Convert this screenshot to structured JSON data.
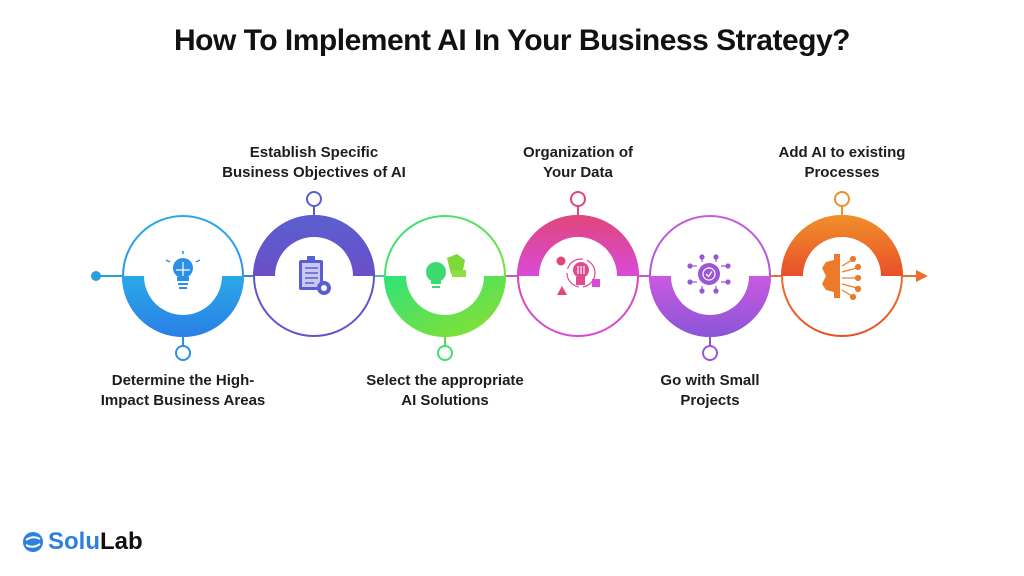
{
  "title": "How To Implement AI In Your Business Strategy?",
  "steps": [
    {
      "label_line1": "Determine the High-",
      "label_line2": "Impact Business Areas",
      "position": "below",
      "color_start": "#2aa9e8",
      "color_end": "#2a7fe6",
      "icon": "lightbulb-icon"
    },
    {
      "label_line1": "Establish Specific",
      "label_line2": "Business Objectives of AI",
      "position": "above",
      "color_start": "#5a5fd0",
      "color_end": "#6a4fc8",
      "icon": "clipboard-gear-icon"
    },
    {
      "label_line1": "Select the appropriate",
      "label_line2": "AI Solutions",
      "position": "below",
      "color_start": "#2fe27a",
      "color_end": "#8fe02a",
      "icon": "lightbulb-puzzle-icon"
    },
    {
      "label_line1": "Organization of",
      "label_line2": "Your Data",
      "position": "above",
      "color_start": "#e0467a",
      "color_end": "#d94ad8",
      "icon": "head-data-icon"
    },
    {
      "label_line1": "Go with Small",
      "label_line2": "Projects",
      "position": "below",
      "color_start": "#c95ae0",
      "color_end": "#8a55d8",
      "icon": "gear-check-circuit-icon"
    },
    {
      "label_line1": "Add AI to existing",
      "label_line2": "Processes",
      "position": "above",
      "color_start": "#f0902a",
      "color_end": "#e8502a",
      "icon": "gear-circuit-icon"
    }
  ],
  "brand": {
    "part1": "Solu",
    "part2": "Lab"
  }
}
